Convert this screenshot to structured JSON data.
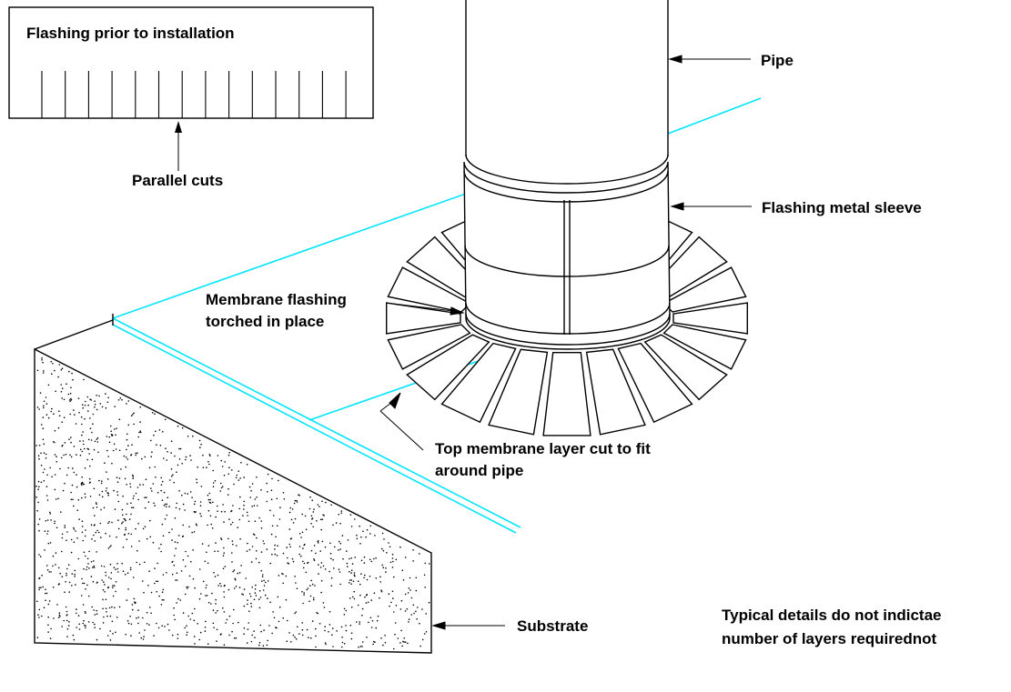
{
  "labels": {
    "flashing_prior": "Flashing prior to installation",
    "parallel_cuts": "Parallel cuts",
    "pipe": "Pipe",
    "flashing_sleeve": "Flashing metal sleeve",
    "membrane_flashing": "Membrane flashing\ntorched in place",
    "top_membrane": "Top membrane layer cut to fit\naround pipe",
    "substrate": "Substrate",
    "note": "Typical details do not indictae\nnumber of layers requirednot"
  },
  "colors": {
    "line": "#000000",
    "membrane_edge": "#00e5ff",
    "background": "#ffffff"
  }
}
